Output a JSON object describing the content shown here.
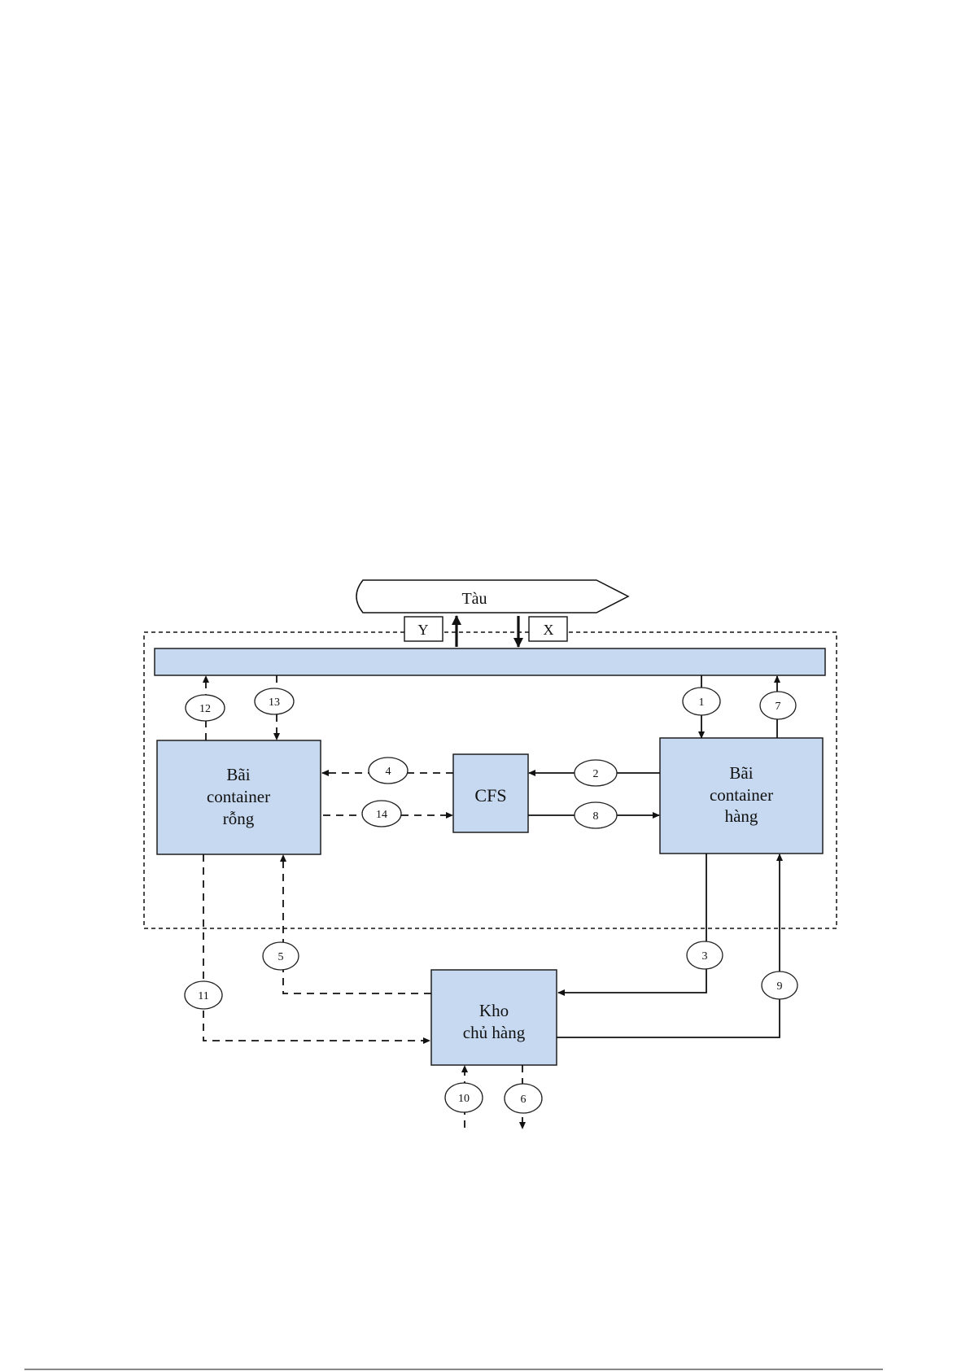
{
  "nodes": {
    "ship": "Tàu",
    "y_box": "Y",
    "x_box": "X",
    "empty_yard": [
      "Bãi",
      "container",
      "rỗng"
    ],
    "cfs": "CFS",
    "full_yard": [
      "Bãi",
      "container",
      "hàng"
    ],
    "warehouse": [
      "Kho",
      "chủ hàng"
    ]
  },
  "flows": [
    {
      "id": "1",
      "label": "1"
    },
    {
      "id": "2",
      "label": "2"
    },
    {
      "id": "3",
      "label": "3"
    },
    {
      "id": "4",
      "label": "4"
    },
    {
      "id": "5",
      "label": "5"
    },
    {
      "id": "6",
      "label": "6"
    },
    {
      "id": "7",
      "label": "7"
    },
    {
      "id": "8",
      "label": "8"
    },
    {
      "id": "9",
      "label": "9"
    },
    {
      "id": "10",
      "label": "10"
    },
    {
      "id": "11",
      "label": "11"
    },
    {
      "id": "12",
      "label": "12"
    },
    {
      "id": "13",
      "label": "13"
    },
    {
      "id": "14",
      "label": "14"
    }
  ]
}
